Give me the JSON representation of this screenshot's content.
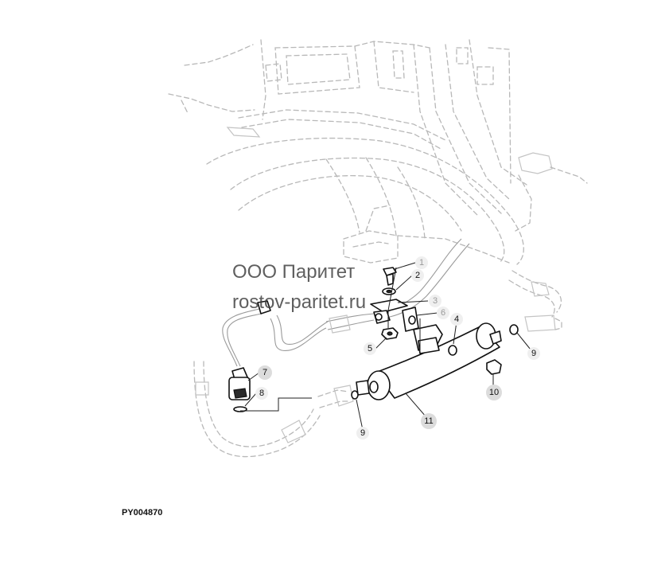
{
  "watermark": {
    "line1": "ООО Паритет",
    "line2": "rostov-paritet.ru"
  },
  "figure_id": "PY004870",
  "callouts": [
    {
      "label": "1"
    },
    {
      "label": "2"
    },
    {
      "label": "3"
    },
    {
      "label": "4"
    },
    {
      "label": "5"
    },
    {
      "label": "6"
    },
    {
      "label": "7"
    },
    {
      "label": "8"
    },
    {
      "label": "9"
    },
    {
      "label": "9"
    },
    {
      "label": "10"
    },
    {
      "label": "11"
    }
  ],
  "colors": {
    "background": "#ffffff",
    "line_dark": "#111111",
    "line_ghost": "#b8b8b8",
    "callout_fill": "#dcdcdc"
  }
}
